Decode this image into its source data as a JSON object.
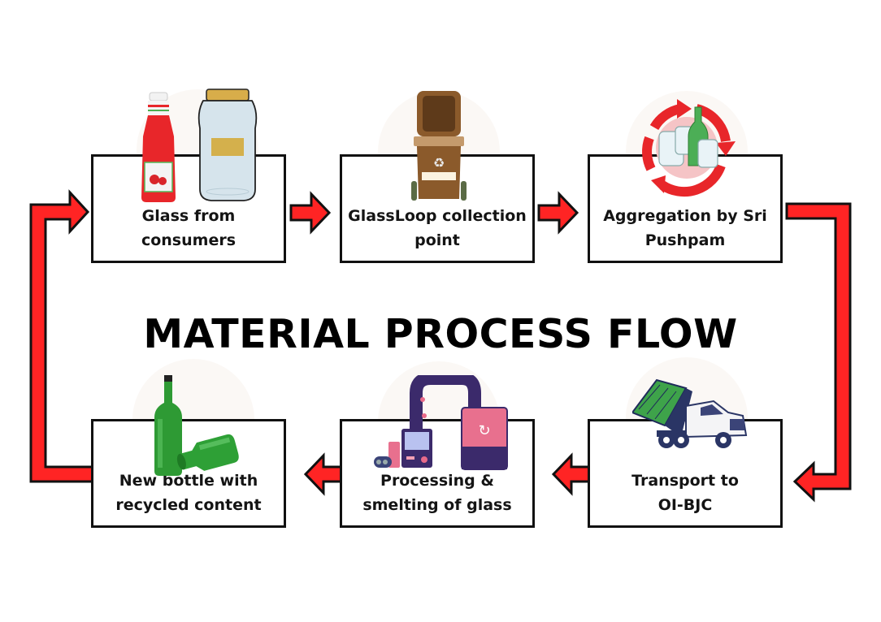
{
  "title": "MATERIAL PROCESS FLOW",
  "colors": {
    "arrow_fill": "#ff2424",
    "arrow_outline": "#111111",
    "box_border": "#111111",
    "text": "#141414"
  },
  "steps": [
    {
      "label": "Glass from\nconsumers",
      "icon": "ketchup-bottle-and-jar-icon"
    },
    {
      "label": "GlassLoop collection\npoint",
      "icon": "recycling-bin-icon"
    },
    {
      "label": "Aggregation by Sri\nPushpam",
      "icon": "recycling-glass-cycle-icon"
    },
    {
      "label": "Transport to\nOI-BJC",
      "icon": "roll-off-truck-icon"
    },
    {
      "label": "Processing &\nsmelting of glass",
      "icon": "processing-machine-icon"
    },
    {
      "label": "New bottle with\nrecycled content",
      "icon": "green-bottles-icon"
    }
  ],
  "flow": [
    {
      "from": 0,
      "to": 1
    },
    {
      "from": 1,
      "to": 2
    },
    {
      "from": 2,
      "to": 3
    },
    {
      "from": 3,
      "to": 4
    },
    {
      "from": 4,
      "to": 5
    },
    {
      "from": 5,
      "to": 0
    }
  ]
}
